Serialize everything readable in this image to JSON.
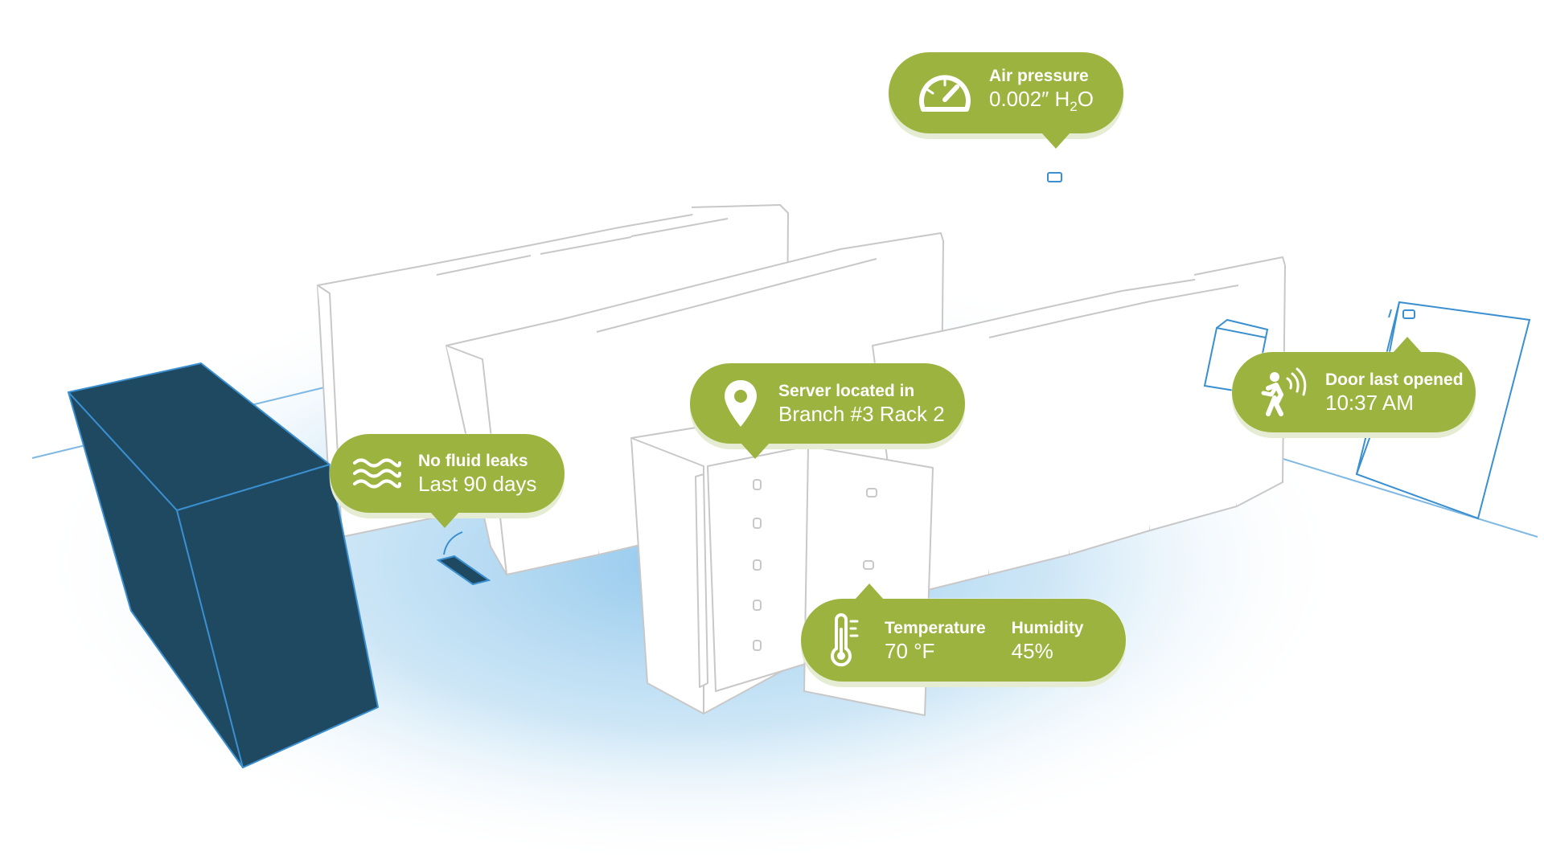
{
  "colors": {
    "bubble": "#9cb43f",
    "dark_cabinet": "#1e4960",
    "outline_blue": "#3a8fd0",
    "rack_outline": "#c8c8c8",
    "floor_glow": "#a9d3ef"
  },
  "callouts": {
    "air_pressure": {
      "icon": "gauge-icon",
      "label": "Air pressure",
      "value_main": "0.002″ H",
      "value_sub": "2",
      "value_end": "O"
    },
    "server_location": {
      "icon": "location-pin-icon",
      "label": "Server located in",
      "value": "Branch #3 Rack 2"
    },
    "fluid_leaks": {
      "icon": "water-waves-icon",
      "label": "No fluid leaks",
      "value": "Last 90 days"
    },
    "door": {
      "icon": "person-motion-icon",
      "label": "Door last opened",
      "value": "10:37 AM"
    },
    "environment": {
      "icon": "thermometer-icon",
      "temperature_label": "Temperature",
      "temperature_value": "70 °F",
      "humidity_label": "Humidity",
      "humidity_value": "45%"
    }
  }
}
